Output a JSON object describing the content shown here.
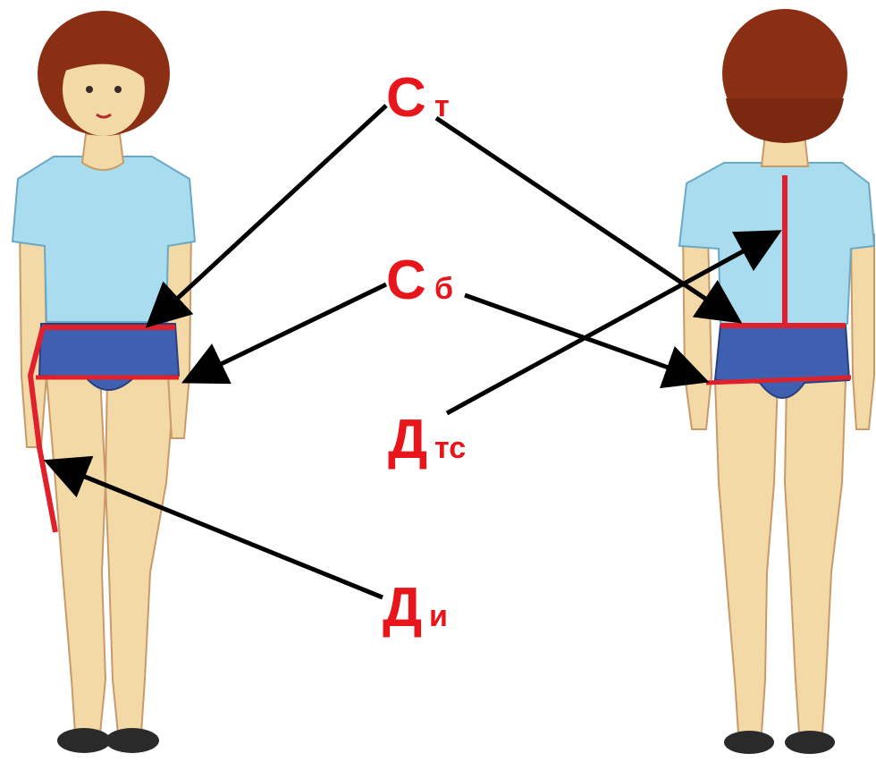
{
  "labels": {
    "waist": {
      "main": "С",
      "sub": "т"
    },
    "hips": {
      "main": "С",
      "sub": "б"
    },
    "back_waist_length": {
      "main": "Д",
      "sub": "тс"
    },
    "skirt_length": {
      "main": "Д",
      "sub": "и"
    }
  },
  "colors": {
    "label": "#e8151a",
    "measure_line": "#e0202a",
    "arrow": "#000000",
    "shirt": "#a9dcee",
    "shorts": "#3f5fb0",
    "hair": "#8a2f14",
    "skin": "#f3d9a6",
    "shoe": "#2a2a2a"
  }
}
